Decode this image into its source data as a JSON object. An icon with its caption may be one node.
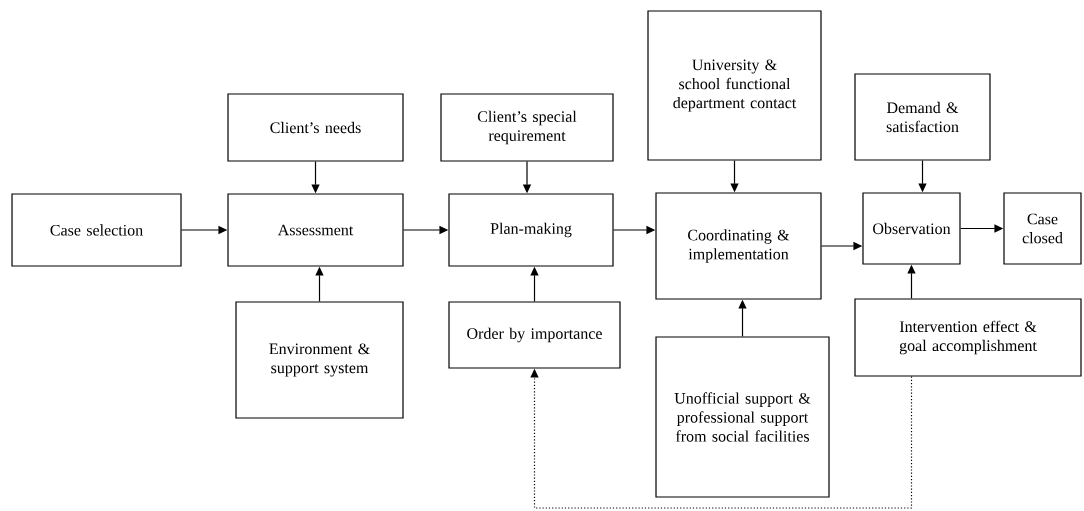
{
  "diagram": {
    "nodes": [
      {
        "text": [
          "Case selection"
        ]
      },
      {
        "text": [
          "Client’s needs"
        ]
      },
      {
        "text": [
          "Assessment"
        ]
      },
      {
        "text": [
          "Environment & support system"
        ]
      },
      {
        "text": [
          "Client’s special requirement"
        ]
      },
      {
        "text": [
          "Plan-making"
        ]
      },
      {
        "text": [
          "Order by importance"
        ]
      },
      {
        "text": [
          "University & school functional department contact"
        ]
      },
      {
        "text": [
          "Coordinating & implementation"
        ]
      },
      {
        "text": [
          "Unofficial support & professional support from social facilities"
        ]
      },
      {
        "text": [
          "Demand & satisfaction"
        ]
      },
      {
        "text": [
          "Observation"
        ]
      },
      {
        "text": [
          "Case closed"
        ]
      },
      {
        "text": [
          "Intervention effect & goal accomplishment"
        ]
      }
    ],
    "edges": [
      {
        "from": 0,
        "to": 2,
        "arrow": "to"
      },
      {
        "from": 1,
        "to": 2,
        "arrow": "to"
      },
      {
        "from": 3,
        "to": 2,
        "arrow": "to"
      },
      {
        "from": 2,
        "to": 5,
        "arrow": "to"
      },
      {
        "from": 4,
        "to": 5,
        "arrow": "to"
      },
      {
        "from": 6,
        "to": 5,
        "arrow": "to"
      },
      {
        "from": 5,
        "to": 8,
        "arrow": "to"
      },
      {
        "from": 7,
        "to": 8,
        "arrow": "to"
      },
      {
        "from": 9,
        "to": 8,
        "arrow": "to"
      },
      {
        "from": 8,
        "to": 11,
        "arrow": "to"
      },
      {
        "from": 10,
        "to": 11,
        "arrow": "to"
      },
      {
        "from": 13,
        "to": 11,
        "arrow": "to"
      },
      {
        "from": 11,
        "to": 12,
        "arrow": "to"
      },
      {
        "from": 13,
        "to": 6,
        "arrow": "to",
        "style": "dashed"
      }
    ]
  }
}
